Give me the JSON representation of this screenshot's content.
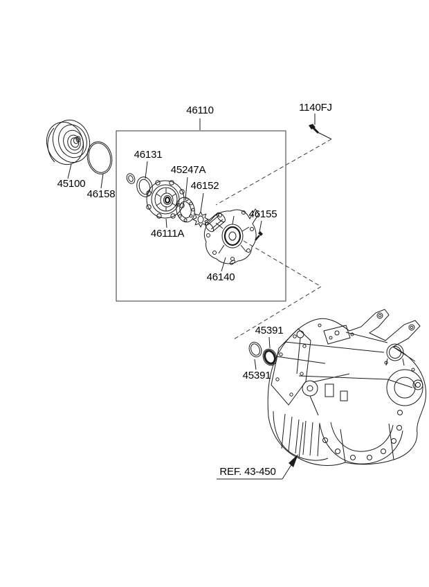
{
  "page": {
    "background_color": "#ffffff",
    "line_color": "#1a1a1a",
    "dashed_line_color": "#3a3a3a"
  },
  "diagram": {
    "type": "exploded-parts-diagram",
    "subject": "transaxle oil pump and torque converter",
    "labels": {
      "torque_converter": "45100",
      "converter_oring": "46158",
      "oil_pump_assembly": "46110",
      "oil_seal": "46131",
      "gasket_plate": "45247A",
      "lock_washer": "46152",
      "pump_housing": "46111A",
      "pump_bolt": "46155",
      "pump_cover": "46140",
      "converter_bolt": "1140FJ",
      "case_oring_upper": "45391",
      "case_oring_lower": "45391",
      "transmission_ref": "REF. 43-450"
    }
  }
}
